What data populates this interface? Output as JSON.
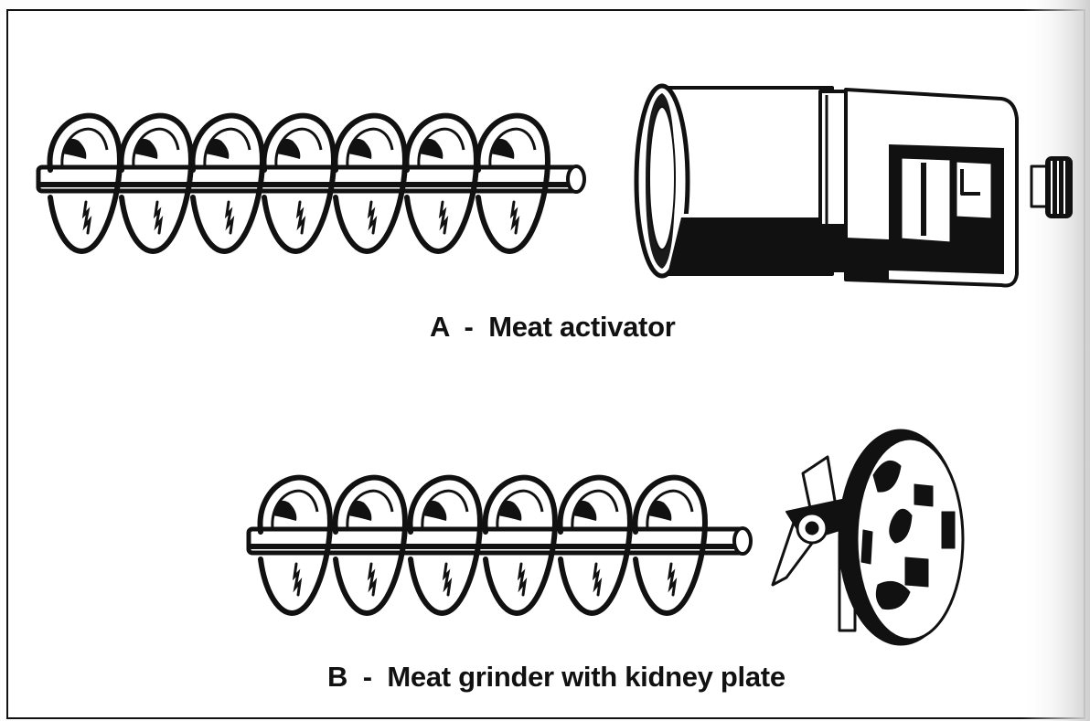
{
  "figure": {
    "items": [
      {
        "letter": "A",
        "separator": "-",
        "name": "Meat activator",
        "caption": "A  -  Meat activator"
      },
      {
        "letter": "B",
        "separator": "-",
        "name": "Meat grinder with kidney plate",
        "caption": "B  -  Meat grinder with kidney plate"
      }
    ]
  },
  "colors": {
    "ink": "#111111",
    "paper": "#ffffff",
    "shadow_edge": "#d9d9d9"
  }
}
